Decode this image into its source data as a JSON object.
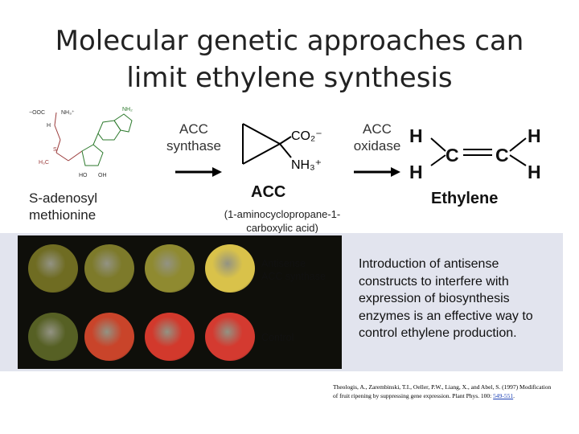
{
  "title": {
    "line1": "Molecular genetic approaches can",
    "line2": "limit ethylene synthesis"
  },
  "sam": {
    "label_line1": "S-adenosyl",
    "label_line2": "methionine",
    "structure_labels": {
      "carboxylate": "−OOC",
      "ammonium": "NH₃⁺",
      "h": "H",
      "methyl": "H₃C",
      "sulfur": "S",
      "amine": "NH₂",
      "oh1": "HO",
      "oh2": "OH"
    }
  },
  "enzymes": {
    "synthase_line1": "ACC",
    "synthase_line2": "synthase",
    "oxidase_line1": "ACC",
    "oxidase_line2": "oxidase"
  },
  "acc": {
    "name": "ACC",
    "fullname_line1": "(1-aminocyclopropane-1-",
    "fullname_line2": "carboxylic acid)",
    "group_top": "CO₂⁻",
    "group_bottom": "NH₃⁺"
  },
  "ethylene": {
    "name": "Ethylene",
    "atom_h": "H",
    "atom_c": "C"
  },
  "photo": {
    "antisense_line1": "Antisense",
    "antisense_line2": "ACC synthase",
    "control": "Control",
    "tomato_colors": {
      "antisense": [
        "#6f6c22",
        "#7d7a2a",
        "#8f8a30",
        "#d9c24a"
      ],
      "control": [
        "#566024",
        "#c9442a",
        "#d2392c",
        "#d43a30"
      ]
    }
  },
  "description": "Introduction of antisense constructs to interfere with expression of biosynthesis enzymes is an effective way to control ethylene production.",
  "citation": {
    "text_line1": "Theologis, A., Zarembinski, T.I., Oeller, P.W., Liang, X., and Abel, S. (1997) Modification",
    "text_line2": "of fruit ripening by suppressing gene expression. Plant Phys. 100: ",
    "link": "549-551",
    "after": "."
  }
}
